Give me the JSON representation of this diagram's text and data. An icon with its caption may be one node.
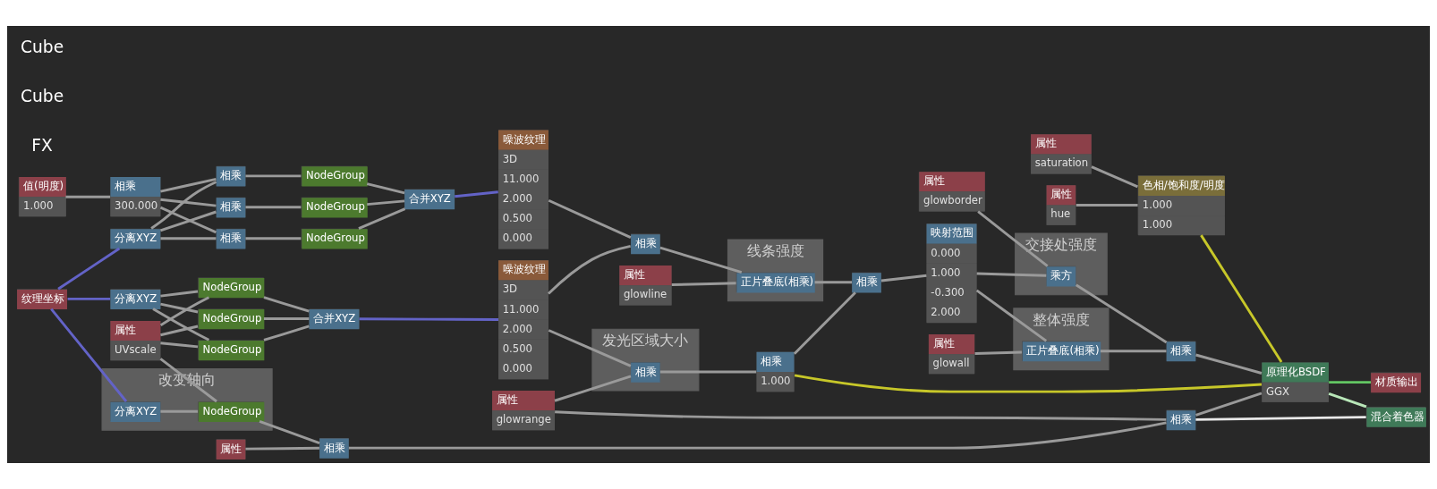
{
  "diagram": {
    "nodes": [
      {
        "text": [
          "值(明度)",
          "1.000"
        ]
      },
      {
        "text": [
          "相乘",
          "300.000"
        ]
      },
      {
        "text": [
          "分离XYZ"
        ]
      },
      {
        "text": [
          "相乘"
        ]
      },
      {
        "text": [
          "相乘"
        ]
      },
      {
        "text": [
          "相乘"
        ]
      },
      {
        "text": [
          "NodeGroup"
        ]
      },
      {
        "text": [
          "NodeGroup"
        ]
      },
      {
        "text": [
          "NodeGroup"
        ]
      },
      {
        "text": [
          "合并XYZ"
        ]
      },
      {
        "text": [
          "噪波纹理",
          "3D",
          "11.000",
          "2.000",
          "0.500",
          "0.000"
        ]
      },
      {
        "text": [
          "纹理坐标"
        ]
      },
      {
        "text": [
          "分离XYZ"
        ]
      },
      {
        "text": [
          "属性",
          "UVscale"
        ]
      },
      {
        "text": [
          "NodeGroup"
        ]
      },
      {
        "text": [
          "NodeGroup"
        ]
      },
      {
        "text": [
          "NodeGroup"
        ]
      },
      {
        "text": [
          "合并XYZ"
        ]
      },
      {
        "text": [
          "噪波纹理",
          "3D",
          "11.000",
          "2.000",
          "0.500",
          "0.000"
        ]
      },
      {
        "text": [
          "改变轴向"
        ]
      },
      {
        "text": [
          "分离XYZ"
        ],
        "in": 19
      },
      {
        "text": [
          "NodeGroup"
        ],
        "in": 19
      },
      {
        "text": [
          "相乘"
        ]
      },
      {
        "text": [
          "属性"
        ]
      },
      {
        "text": [
          "相乘"
        ]
      },
      {
        "text": [
          "属性",
          "glowline"
        ]
      },
      {
        "text": [
          "线条强度"
        ]
      },
      {
        "text": [
          "正片叠底(相乘)"
        ],
        "in": 26
      },
      {
        "text": [
          "属性",
          "glowrange"
        ]
      },
      {
        "text": [
          "发光区域大小"
        ]
      },
      {
        "text": [
          "相乘"
        ],
        "in": 29
      },
      {
        "text": [
          "相乘",
          "1.000"
        ]
      },
      {
        "text": [
          "相乘"
        ]
      },
      {
        "text": [
          "属性",
          "glowborder"
        ]
      },
      {
        "text": [
          "相乘"
        ]
      },
      {
        "text": [
          "属性",
          "glowall"
        ]
      },
      {
        "text": [
          "映射范围",
          "0.000",
          "1.000",
          "-0.300",
          "2.000"
        ]
      },
      {
        "text": [
          "交接处强度"
        ]
      },
      {
        "text": [
          "乘方"
        ],
        "in": 37
      },
      {
        "text": [
          "整体强度"
        ]
      },
      {
        "text": [
          "正片叠底(相乘)"
        ],
        "in": 39
      },
      {
        "text": [
          "相乘"
        ]
      },
      {
        "text": [
          "原理化BSDF",
          "GGX"
        ]
      },
      {
        "text": [
          "材质输出"
        ]
      },
      {
        "text": [
          "属性",
          "hue"
        ]
      },
      {
        "text": [
          "属性",
          "saturation"
        ]
      },
      {
        "text": [
          "色相/饱和度/明度",
          "1.000",
          "1.000"
        ]
      },
      {
        "text": [
          "混合着色器"
        ]
      }
    ],
    "edges": [
      {
        "from": 0,
        "to": 1,
        "arrow": "none"
      },
      {
        "from": 1,
        "to": 3,
        "arrow": "none"
      },
      {
        "from": 1,
        "to": 4,
        "arrow": "none"
      },
      {
        "from": 1,
        "to": 5,
        "arrow": "none"
      },
      {
        "from": 2,
        "to": 3,
        "arrow": "none"
      },
      {
        "from": 2,
        "to": 4,
        "arrow": "none"
      },
      {
        "from": 2,
        "to": 5,
        "arrow": "none"
      },
      {
        "from": 3,
        "to": 6,
        "arrow": "none"
      },
      {
        "from": 4,
        "to": 7,
        "arrow": "none"
      },
      {
        "from": 5,
        "to": 8,
        "arrow": "none"
      },
      {
        "from": 6,
        "to": 9,
        "arrow": "none"
      },
      {
        "from": 7,
        "to": 9,
        "arrow": "none"
      },
      {
        "from": 8,
        "to": 9,
        "arrow": "none"
      },
      {
        "from": 9,
        "to": 10,
        "arrow": "none",
        "color": "#6363c7"
      },
      {
        "from": 11,
        "to": 2,
        "arrow": "none",
        "color": "#6363c7"
      },
      {
        "from": 11,
        "to": 12,
        "arrow": "none",
        "color": "#6363c7"
      },
      {
        "from": 11,
        "to": 20,
        "arrow": "none",
        "color": "#6363c7"
      },
      {
        "from": 12,
        "to": 14,
        "arrow": "none"
      },
      {
        "from": 12,
        "to": 15,
        "arrow": "none"
      },
      {
        "from": 12,
        "to": 16,
        "arrow": "none"
      },
      {
        "from": 13,
        "to": 14,
        "arrow": "none"
      },
      {
        "from": 13,
        "to": 15,
        "arrow": "none"
      },
      {
        "from": 13,
        "to": 16,
        "arrow": "none"
      },
      {
        "from": 13,
        "to": 21,
        "arrow": "none"
      },
      {
        "from": 14,
        "to": 17,
        "arrow": "none"
      },
      {
        "from": 15,
        "to": 17,
        "arrow": "none"
      },
      {
        "from": 16,
        "to": 17,
        "arrow": "none"
      },
      {
        "from": 17,
        "to": 18,
        "arrow": "none",
        "color": "#6363c7"
      },
      {
        "from": 20,
        "to": 21,
        "arrow": "none"
      },
      {
        "from": 21,
        "to": 22,
        "arrow": "none"
      },
      {
        "from": 23,
        "to": 22,
        "arrow": "none"
      },
      {
        "from": 10,
        "to": 24,
        "arrow": "none"
      },
      {
        "from": 18,
        "to": 24,
        "arrow": "none"
      },
      {
        "from": 24,
        "to": 27,
        "arrow": "none"
      },
      {
        "from": 25,
        "to": 27,
        "arrow": "none"
      },
      {
        "from": 18,
        "to": 30,
        "arrow": "none"
      },
      {
        "from": 28,
        "to": 30,
        "arrow": "none"
      },
      {
        "from": 30,
        "to": 31,
        "arrow": "none"
      },
      {
        "from": 28,
        "to": 32,
        "arrow": "none"
      },
      {
        "from": 22,
        "to": 32,
        "arrow": "none"
      },
      {
        "from": 27,
        "to": 34,
        "arrow": "none"
      },
      {
        "from": 31,
        "to": 34,
        "arrow": "none"
      },
      {
        "from": 31,
        "to": 42,
        "arrow": "none",
        "color": "#c7c729"
      },
      {
        "from": 34,
        "to": 36,
        "arrow": "none"
      },
      {
        "from": 36,
        "to": 38,
        "arrow": "none"
      },
      {
        "from": 33,
        "to": 38,
        "arrow": "none"
      },
      {
        "from": 36,
        "to": 40,
        "arrow": "none"
      },
      {
        "from": 35,
        "to": 40,
        "arrow": "none"
      },
      {
        "from": 38,
        "to": 41,
        "arrow": "none"
      },
      {
        "from": 40,
        "to": 41,
        "arrow": "none"
      },
      {
        "from": 41,
        "to": 42,
        "arrow": "none"
      },
      {
        "from": 32,
        "to": 42,
        "arrow": "none"
      },
      {
        "from": 32,
        "to": 47,
        "arrow": "none",
        "color": "#e8e8e8"
      },
      {
        "from": 44,
        "to": 46,
        "arrow": "none"
      },
      {
        "from": 45,
        "to": 46,
        "arrow": "none"
      },
      {
        "from": 46,
        "to": 42,
        "arrow": "none",
        "color": "#c7c729"
      },
      {
        "from": 42,
        "to": 43,
        "arrow": "none",
        "color": "#63c763"
      },
      {
        "from": 42,
        "to": 47,
        "arrow": "none",
        "color": "#b8e6b8"
      }
    ],
    "labels": [
      "Cube",
      "Cube",
      "FX"
    ]
  }
}
